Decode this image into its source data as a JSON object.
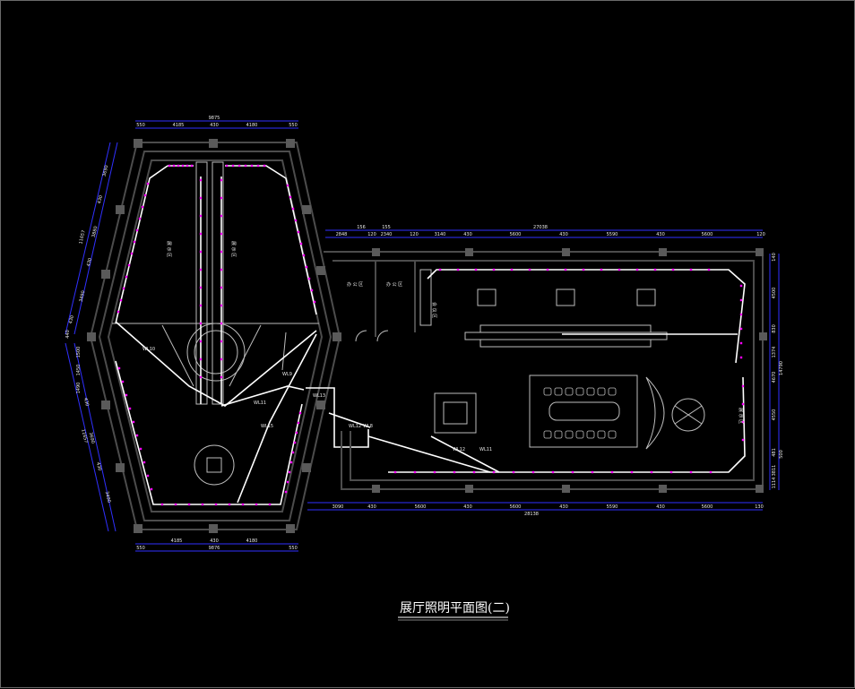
{
  "title": "展厅照明平面图(二)",
  "colors": {
    "background": "#000000",
    "wall": "#4a4a4a",
    "light_line": "#ffffff",
    "fixture": "#ff00ff",
    "dimension": "#2a2aff"
  },
  "hex": {
    "top_dims": [
      "550",
      "4185",
      "430",
      "4180",
      "550"
    ],
    "top_total": "9875",
    "bottom_dims": [
      "4185",
      "430",
      "4180"
    ],
    "bottom_total": "9876",
    "bottom_edge": [
      "550",
      "550"
    ],
    "left_dims": [
      "3690",
      "430",
      "3880",
      "430",
      "3490",
      "430",
      "440",
      "1500",
      "1450",
      "1490",
      "430",
      "3690",
      "430",
      "3490"
    ],
    "left_outer": "11657",
    "left_outer_bottom": "11657"
  },
  "hall": {
    "top_dims": [
      "2848",
      "120",
      "2340",
      "120",
      "3140",
      "430",
      "5600",
      "430",
      "5590",
      "430",
      "5600",
      "120"
    ],
    "top_total": "27038",
    "top_small": [
      "156",
      "155"
    ],
    "bottom_dims": [
      "3090",
      "430",
      "5600",
      "430",
      "5600",
      "430",
      "5590",
      "430",
      "5600",
      "130"
    ],
    "bottom_total": "28138",
    "right_dims": [
      "140",
      "4500",
      "830",
      "1374",
      "4670",
      "4550",
      "481",
      "3811",
      "1114",
      "500"
    ],
    "right_total": "14790"
  },
  "circuits": [
    "WL10",
    "WL9",
    "WL8",
    "WL11",
    "WL12",
    "WL13",
    "WL15",
    "WL12",
    "WL11"
  ],
  "room_labels": [
    "展 示 区",
    "展 示 区",
    "办 公 区",
    "办 公 区",
    "会 议 区",
    "展 示 区"
  ]
}
